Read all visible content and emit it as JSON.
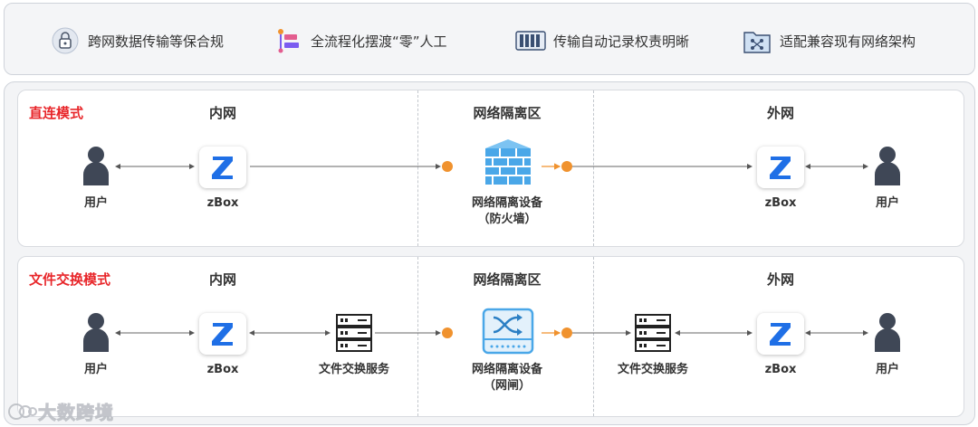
{
  "features": [
    {
      "icon": "lock-icon",
      "text": "跨网数据传输等保合规"
    },
    {
      "icon": "flow-icon",
      "text": "全流程化摆渡“零”人工"
    },
    {
      "icon": "records-icon",
      "text": "传输自动记录权责明晰"
    },
    {
      "icon": "network-icon",
      "text": "适配兼容现有网络架构"
    }
  ],
  "direct": {
    "mode": "直连模式",
    "zones": [
      "内网",
      "网络隔离区",
      "外网"
    ],
    "user_left": "用户",
    "zbox_left": "zBox",
    "device": "网络隔离设备",
    "device_sub": "（防火墙）",
    "zbox_right": "zBox",
    "user_right": "用户"
  },
  "exchange": {
    "mode": "文件交换模式",
    "zones": [
      "内网",
      "网络隔离区",
      "外网"
    ],
    "user_left": "用户",
    "zbox_left": "zBox",
    "server_left": "文件交换服务",
    "device": "网络隔离设备",
    "device_sub": "（网闸）",
    "server_right": "文件交换服务",
    "zbox_right": "zBox",
    "user_right": "用户"
  },
  "watermark": "大数跨境",
  "colors": {
    "accent_red": "#e8262a",
    "zbox_blue": "#1f6fe6",
    "orange": "#f0922e",
    "user": "#3f4756",
    "brick": "#4aa7e8"
  }
}
